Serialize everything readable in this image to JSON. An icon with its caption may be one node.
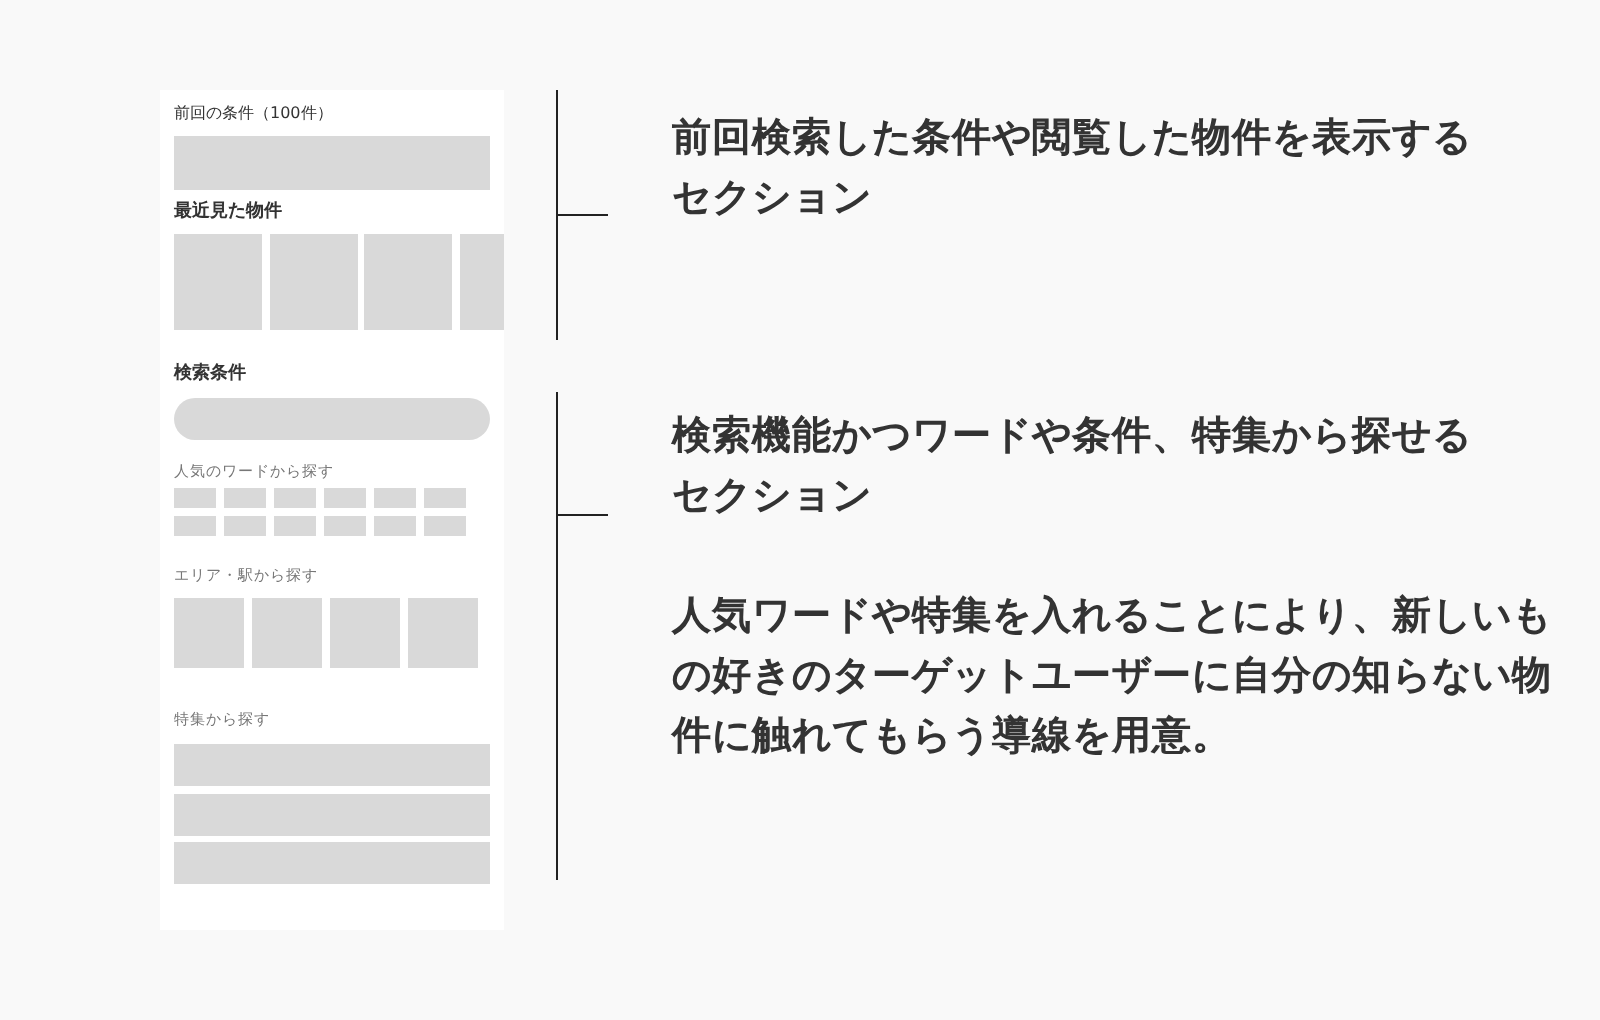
{
  "diagram": {
    "labels": [
      "前回の条件（100件）",
      "最近見た物件",
      "検索条件",
      "人気のワードから探す",
      "エリア・駅から探す",
      "特集から探す",
      "前回検索した条件や閲覧した物件を表示するセクション",
      "検索機能かつワードや条件、特集から探せるセクション",
      "人気ワードや特集を入れることにより、新しいもの好きのターゲットユーザーに自分の知らない物件に触れてもらう導線を用意。"
    ]
  }
}
